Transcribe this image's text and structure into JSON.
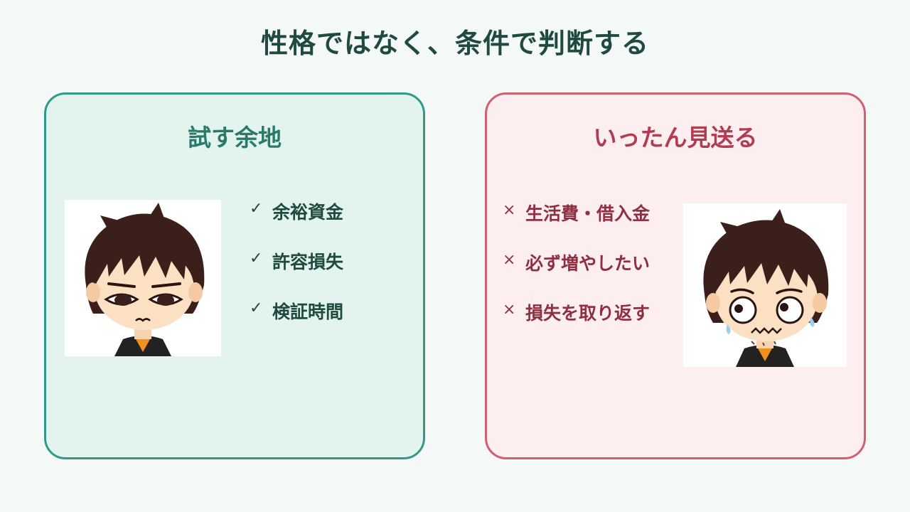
{
  "page": {
    "title": "性格ではなく、条件で判断する"
  },
  "left_panel": {
    "title": "試す余地",
    "mark_icon": "check-icon",
    "mark_glyph": "✓",
    "accent": "#2f9a8a",
    "items": [
      {
        "label": "余裕資金"
      },
      {
        "label": "許容損失"
      },
      {
        "label": "検証時間"
      }
    ]
  },
  "right_panel": {
    "title": "いったん見送る",
    "mark_icon": "cross-icon",
    "mark_glyph": "×",
    "accent": "#d06070",
    "items": [
      {
        "label": "生活費・借入金"
      },
      {
        "label": "必ず増やしたい"
      },
      {
        "label": "損失を取り返す"
      }
    ]
  }
}
